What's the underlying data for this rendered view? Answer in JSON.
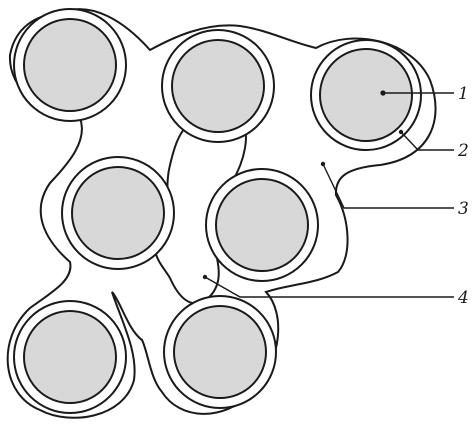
{
  "figure": {
    "callouts": [
      {
        "id": "1",
        "text": "1"
      },
      {
        "id": "2",
        "text": "2"
      },
      {
        "id": "3",
        "text": "3"
      },
      {
        "id": "4",
        "text": "4"
      }
    ],
    "colors": {
      "outline": "#1a1a1a",
      "grain_fill": "#dcdcdc",
      "background": "#ffffff"
    }
  }
}
